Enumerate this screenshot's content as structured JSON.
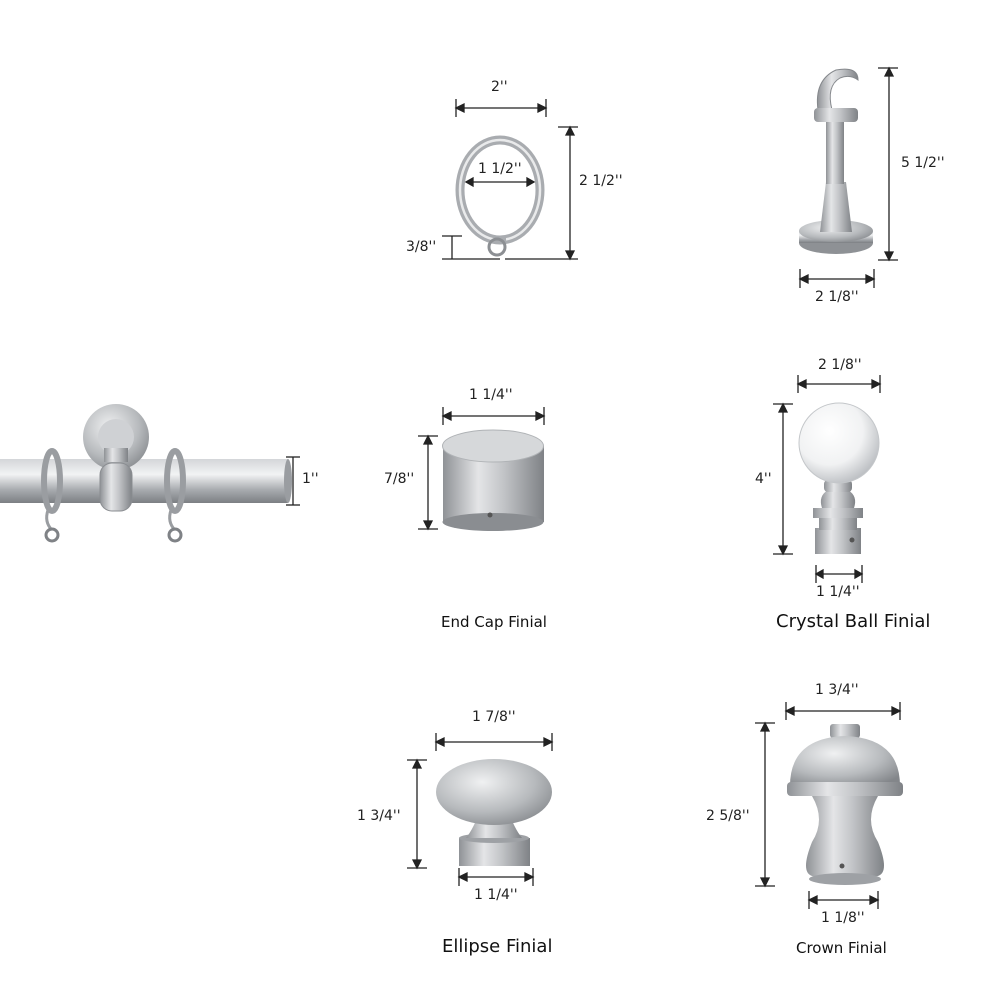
{
  "colors": {
    "metal_light": "#e6e7e9",
    "metal_mid": "#b3b5b8",
    "metal_dark": "#7d8084",
    "line": "#222222",
    "background": "#ffffff"
  },
  "products": {
    "curtain_ring": {
      "width": "2''",
      "height": "2 1/2''",
      "inner_diameter": "1 1/2''",
      "eyelet": "3/8''"
    },
    "bracket": {
      "height": "5 1/2''",
      "base": "2 1/8''"
    },
    "rod": {
      "diameter": "1''"
    },
    "end_cap_finial": {
      "caption": "End Cap Finial",
      "width": "1 1/4''",
      "height": "7/8''"
    },
    "crystal_ball_finial": {
      "caption": "Crystal Ball Finial",
      "width": "2 1/8''",
      "height": "4''",
      "base": "1 1/4''"
    },
    "ellipse_finial": {
      "caption": "Ellipse Finial",
      "width": "1 7/8''",
      "height": "1 3/4''",
      "base": "1 1/4''"
    },
    "crown_finial": {
      "caption": "Crown Finial",
      "width": "1 3/4''",
      "height": "2 5/8''",
      "base": "1 1/8''"
    }
  }
}
